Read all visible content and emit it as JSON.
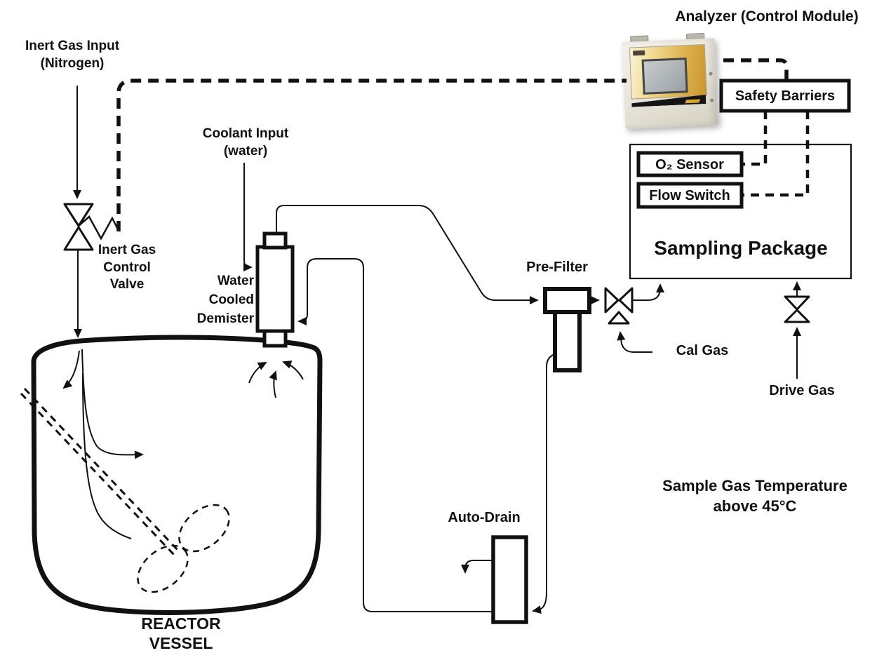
{
  "nodes": {
    "analyzer": {
      "label": "Analyzer (Control Module)"
    },
    "safety_barriers": {
      "label": "Safety Barriers"
    },
    "o2_sensor": {
      "label": "O₂ Sensor"
    },
    "flow_switch": {
      "label": "Flow Switch"
    },
    "sampling_package": {
      "label": "Sampling Package"
    },
    "inert_gas_input": {
      "lines": [
        "Inert Gas Input",
        "(Nitrogen)"
      ]
    },
    "inert_gas_control_valve": {
      "lines": [
        "Inert Gas",
        "Control",
        "Valve"
      ]
    },
    "coolant_input": {
      "lines": [
        "Coolant Input",
        "(water)"
      ]
    },
    "water_cooled_demister": {
      "lines": [
        "Water",
        "Cooled",
        "Demister"
      ]
    },
    "pre_filter": {
      "label": "Pre-Filter"
    },
    "auto_drain": {
      "label": "Auto-Drain"
    },
    "cal_gas": {
      "label": "Cal Gas"
    },
    "drive_gas": {
      "label": "Drive Gas"
    },
    "reactor_vessel": {
      "lines": [
        "REACTOR",
        "VESSEL"
      ]
    }
  },
  "annotations": {
    "sample_gas_temperature": {
      "lines": [
        "Sample Gas Temperature",
        "above 45°C"
      ]
    }
  },
  "colors": {
    "line": "#111111",
    "background": "#ffffff",
    "analyzer_body": "#e9e5da",
    "analyzer_panel_gold": "#d9a73c",
    "analyzer_screen": "#a9b0b4",
    "analyzer_stripe": "#141414"
  }
}
